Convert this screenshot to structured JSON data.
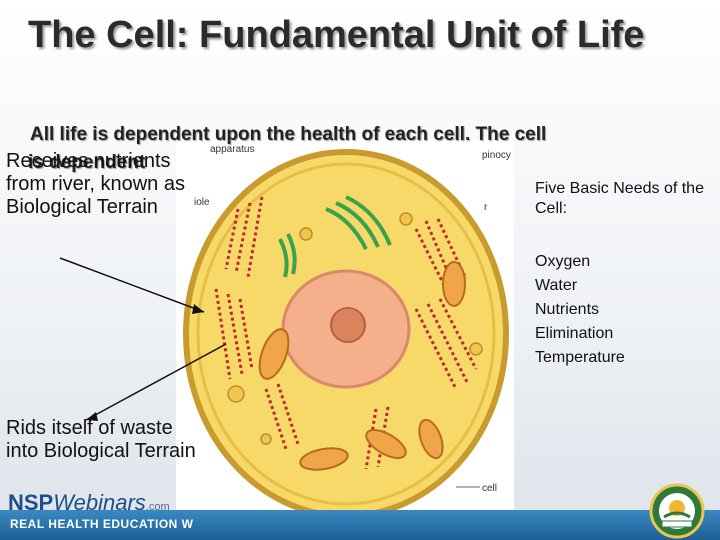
{
  "slide": {
    "title": "The Cell:  Fundamental Unit of Life",
    "subtitle_line1": "All life is dependent upon the health of each cell.  The cell",
    "subtitle_line2": "is dependent",
    "left_top_text": "Receives nutrients from river, known as Biological Terrain",
    "left_bottom_text": "Rids itself of waste into Biological Terrain",
    "needs_title": "Five Basic Needs of the Cell:",
    "needs": [
      "Oxygen",
      "Water",
      "Nutrients",
      "Elimination",
      "Temperature"
    ]
  },
  "figure_labels": {
    "apparatus": "apparatus",
    "pinocy": "pinocy",
    "iole": "iole",
    "r": "r",
    "cell": "cell"
  },
  "branding": {
    "nsp": "NSP",
    "webinars": "Webinars",
    "com": ".com",
    "tagline": "REAL HEALTH EDUCATION W"
  },
  "colors": {
    "cell_fill": "#f7d96a",
    "cell_border": "#c99a2e",
    "nucleus": "#f4b08a",
    "er": "#c0282e",
    "golgi": "#3aa24a",
    "footer": "#2a73ad"
  }
}
